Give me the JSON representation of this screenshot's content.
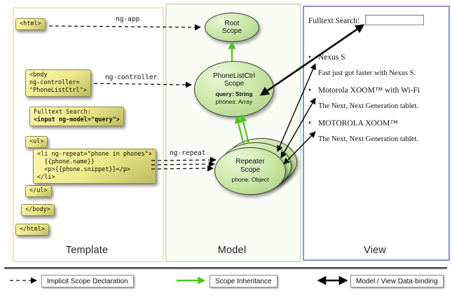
{
  "columns": {
    "template": "Template",
    "model": "Model",
    "view": "View"
  },
  "template": {
    "html_open": "<html>",
    "body_open": "<body\nng-controller=\n\"PhoneListCtrl\">",
    "search_label": "Fulltext Search:",
    "search_code": "<input ng-model=\"query\">",
    "ul_open": "<ul>",
    "li_block": "<li ng-repeat=\"phone in phones\">\n  {{phone.name}}\n  <p>{{phone.snippet}}</p>\n</li>",
    "ul_close": "</ul>",
    "body_close": "</body>",
    "html_close": "</html>"
  },
  "arrow_labels": {
    "ng_app": "ng-app",
    "ng_controller": "ng-controller",
    "ng_repeat": "ng-repeat"
  },
  "model": {
    "root_scope": "Root\nScope",
    "phonelist_title": "PhoneListCtrl\nScope",
    "phonelist_query": "query: String",
    "phonelist_phones": "phones: Array",
    "repeater_title": "Repeater\nScope",
    "repeater_phone": "phone: Object"
  },
  "view": {
    "fulltext_label": "Fulltext Search:",
    "bullet": "•",
    "items": [
      {
        "title": "Nexus S",
        "desc": "Fast just got faster with Nexus S."
      },
      {
        "title": "Motorola XOOM™ with Wi-Fi",
        "desc": "The Next, Next Generation tablet."
      },
      {
        "title": "MOTOROLA XOOM™",
        "desc": "The Next, Next Generation tablet."
      }
    ]
  },
  "legend": {
    "implicit": "Implicit Scope Declaration",
    "inheritance": "Scope Inheritance",
    "binding": "Model / View Data-binding"
  },
  "colors": {
    "scope_green": "#b9dd94",
    "code_yellow": "#efe98b",
    "inheritance_green": "#4cc41c",
    "template_border": "#efe9a8",
    "model_border": "#cde5c3",
    "view_border": "#8796cf"
  }
}
